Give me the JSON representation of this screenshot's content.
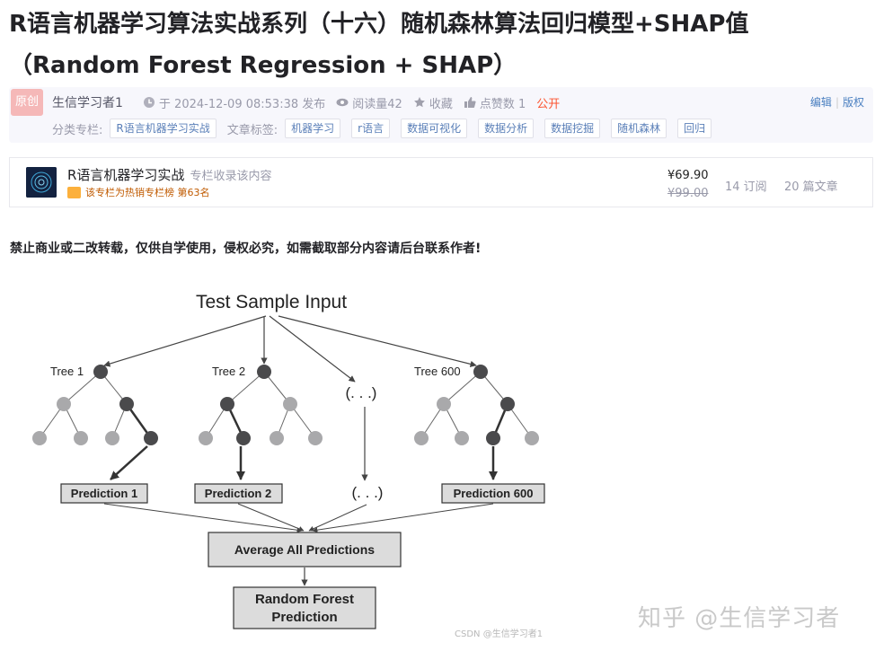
{
  "article": {
    "title": "R语言机器学习算法实战系列（十六）随机森林算法回归模型+SHAP值（Random Forest Regression + SHAP）"
  },
  "meta": {
    "badge": "原创",
    "author": "生信学习者1",
    "published": "于 2024-12-09 08:53:38 发布",
    "views": "阅读量42",
    "favorite": "收藏",
    "likes": "点赞数 1",
    "visibility": "公开",
    "edit": "编辑",
    "copyright": "版权",
    "category_label": "分类专栏:",
    "category": "R语言机器学习实战",
    "tags_label": "文章标签:",
    "tags": [
      "机器学习",
      "r语言",
      "数据可视化",
      "数据分析",
      "数据挖掘",
      "随机森林",
      "回归"
    ]
  },
  "column": {
    "name": "R语言机器学习实战",
    "included": "专栏收录该内容",
    "hot": "该专栏为热销专栏榜 第63名",
    "price": "¥69.90",
    "price_old": "¥99.00",
    "subscribers": "14 订阅",
    "articles": "20 篇文章"
  },
  "notice": "禁止商业或二改转载，仅供自学使用，侵权必究，如需截取部分内容请后台联系作者!",
  "figure": {
    "input": "Test Sample Input",
    "trees": [
      "Tree 1",
      "Tree 2",
      "Tree 600"
    ],
    "ellipsis": "(. . .)",
    "predictions": [
      "Prediction 1",
      "Prediction 2",
      "Prediction 600"
    ],
    "average": "Average All Predictions",
    "result_line1": "Random Forest",
    "result_line2": "Prediction"
  },
  "watermarks": {
    "csdn": "CSDN @生信学习者1",
    "zhihu": "知乎 @生信学习者"
  },
  "colors": {
    "accent": "#fc5531",
    "link": "#5a7fb8",
    "node_dark": "#4a4a4c",
    "node_light": "#a9a9ab",
    "box_fill": "#dcdcdc"
  }
}
